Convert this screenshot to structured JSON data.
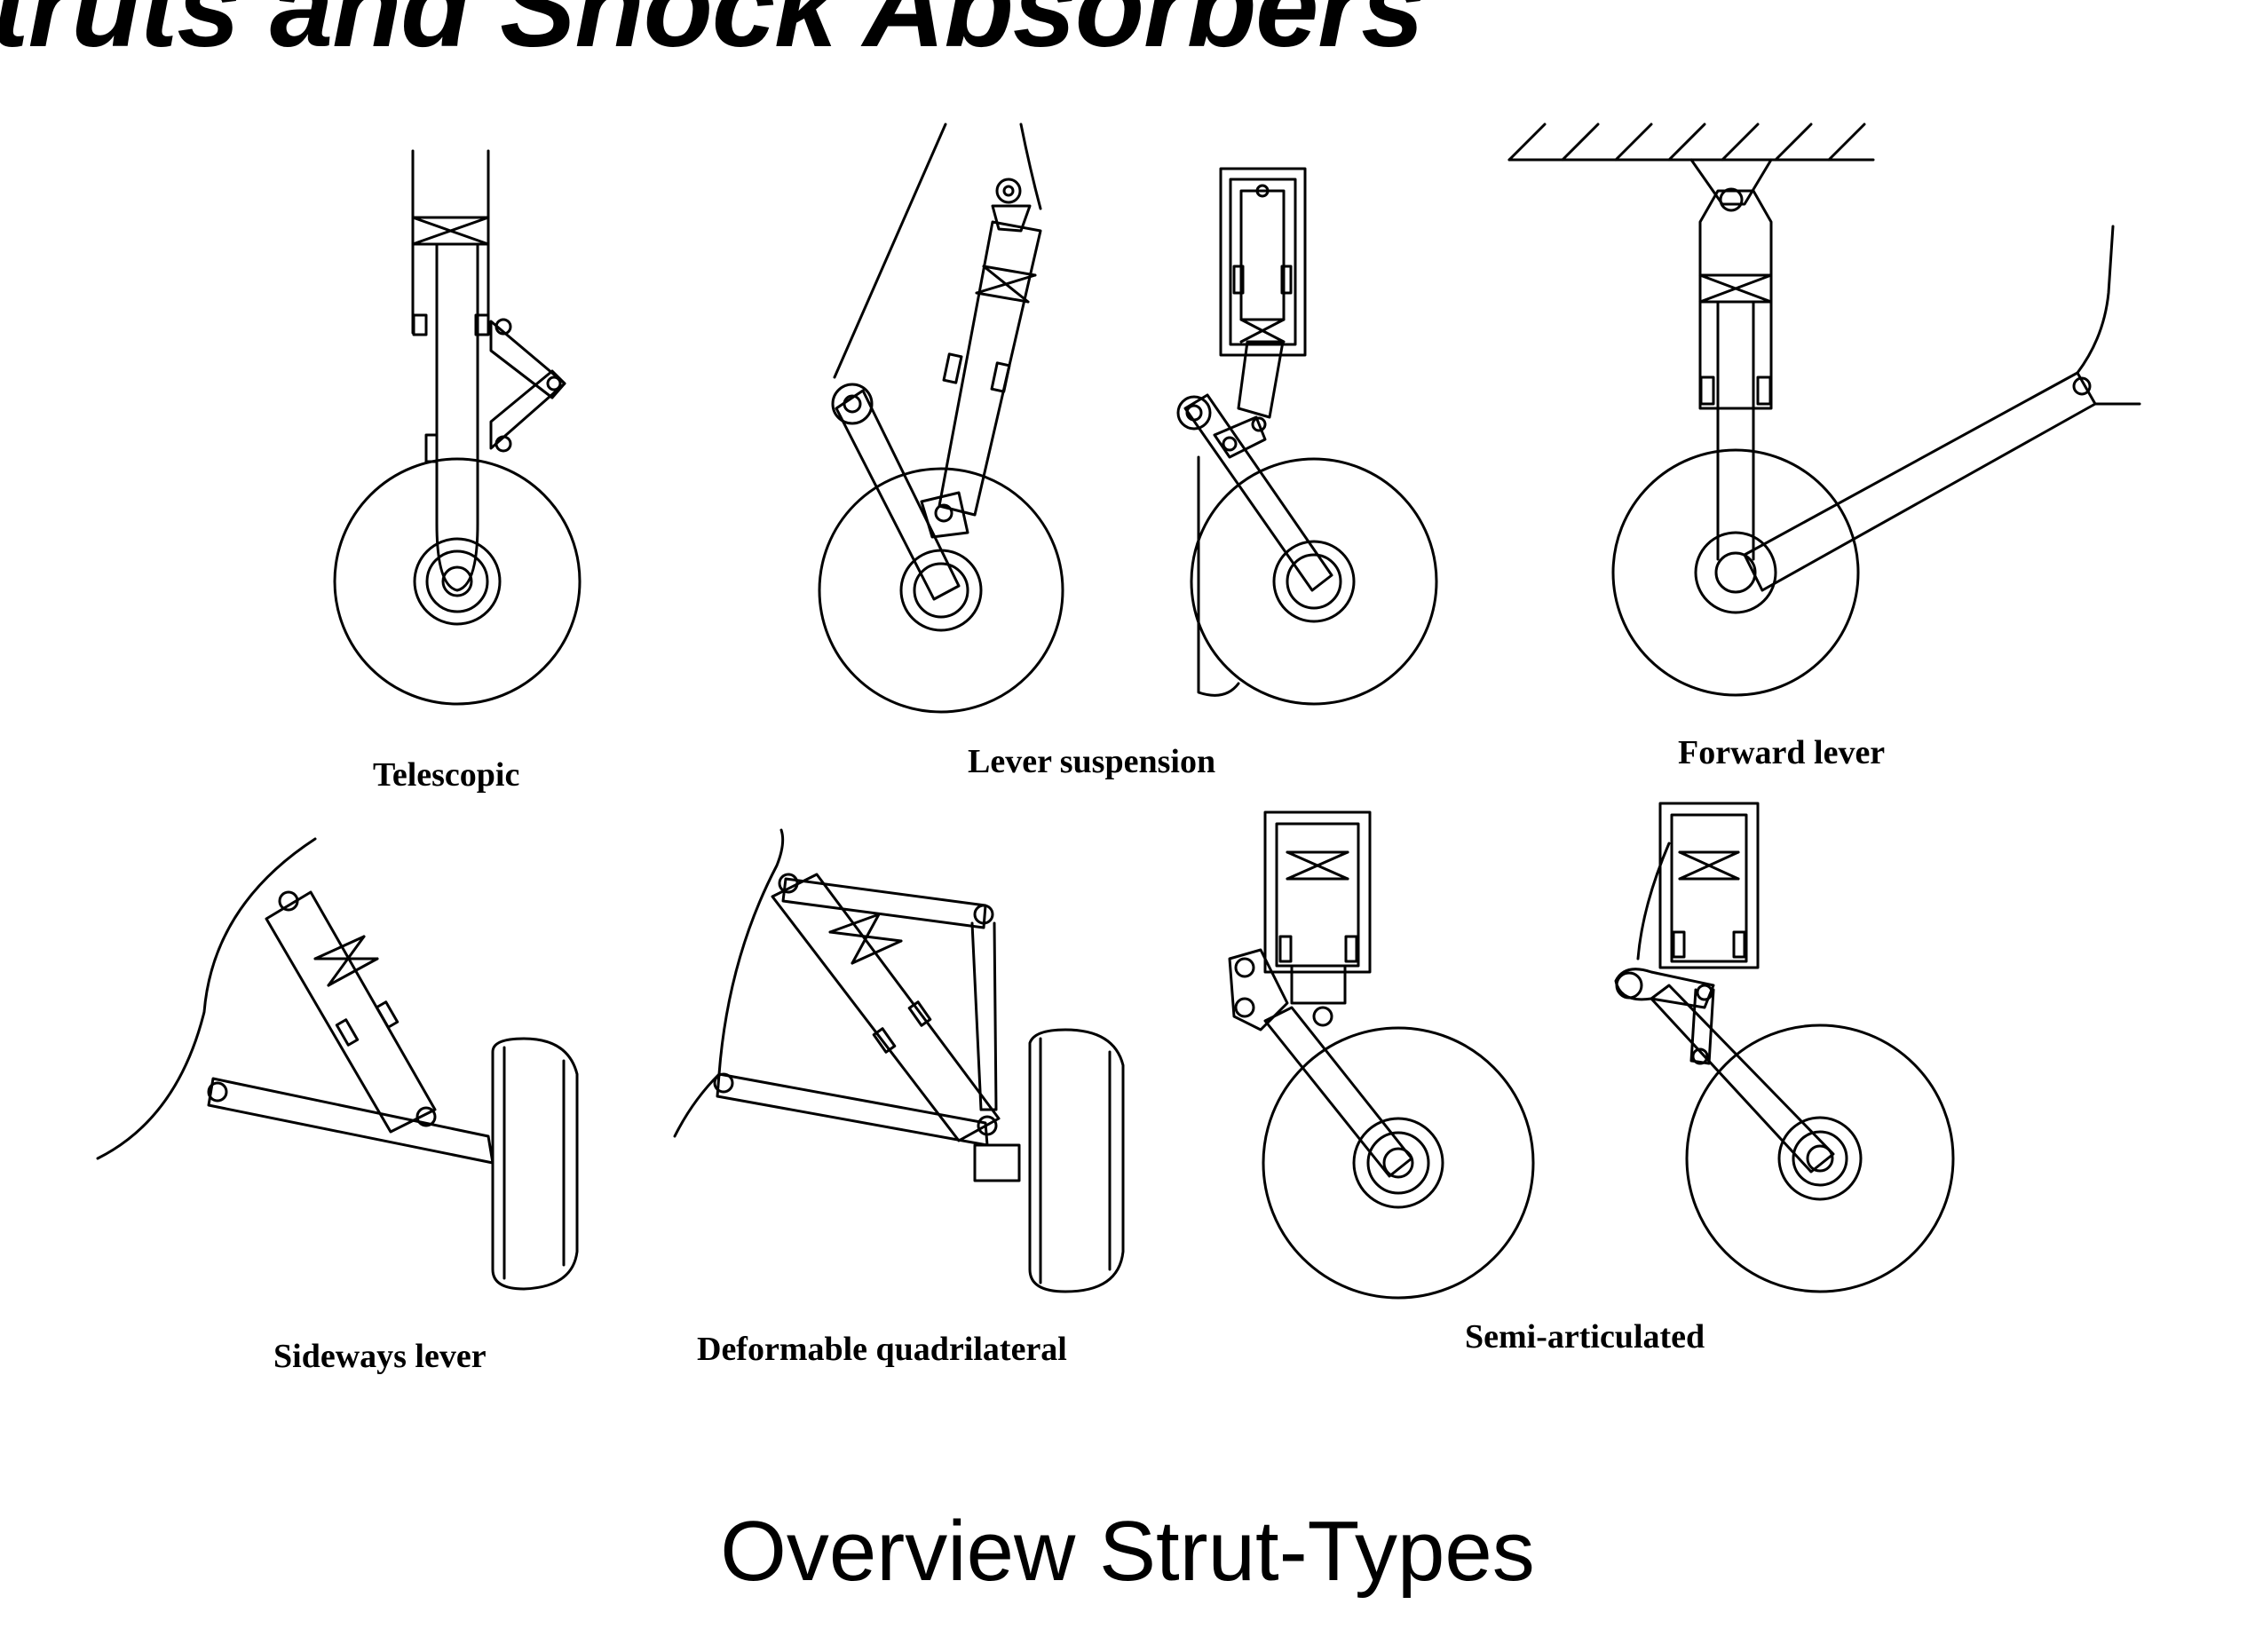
{
  "slide": {
    "title": "truts and Shock Absorbers",
    "caption": "Overview Strut-Types"
  },
  "diagrams": {
    "telescopic": "Telescopic",
    "lever_suspension": "Lever suspension",
    "forward_lever": "Forward lever",
    "sideways_lever": "Sideways lever",
    "deformable_quadrilateral": "Deformable quadrilateral",
    "semi_articulated": "Semi-articulated"
  },
  "colors": {
    "ink": "#000000",
    "background": "#ffffff"
  }
}
